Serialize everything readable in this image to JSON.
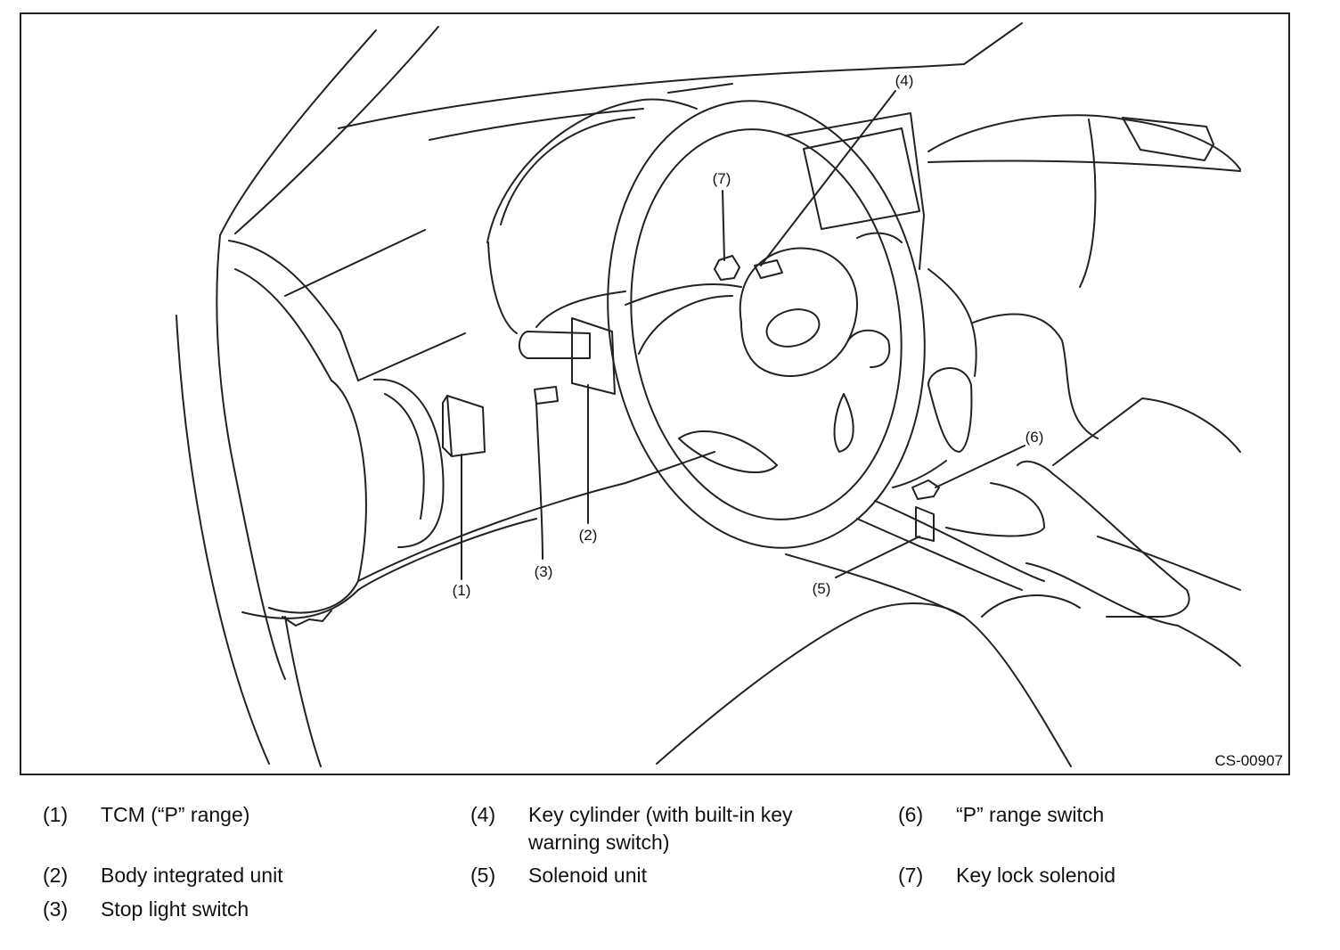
{
  "figure": {
    "code": "CS-00907",
    "callouts": [
      "(1)",
      "(2)",
      "(3)",
      "(4)",
      "(5)",
      "(6)",
      "(7)"
    ]
  },
  "legend": [
    {
      "num": "(1)",
      "text": "TCM (“P” range)"
    },
    {
      "num": "(2)",
      "text": "Body integrated unit"
    },
    {
      "num": "(3)",
      "text": "Stop light switch"
    },
    {
      "num": "(4)",
      "text": "Key cylinder (with built-in key warning switch)"
    },
    {
      "num": "(5)",
      "text": "Solenoid unit"
    },
    {
      "num": "(6)",
      "text": "“P” range switch"
    },
    {
      "num": "(7)",
      "text": "Key lock solenoid"
    }
  ]
}
